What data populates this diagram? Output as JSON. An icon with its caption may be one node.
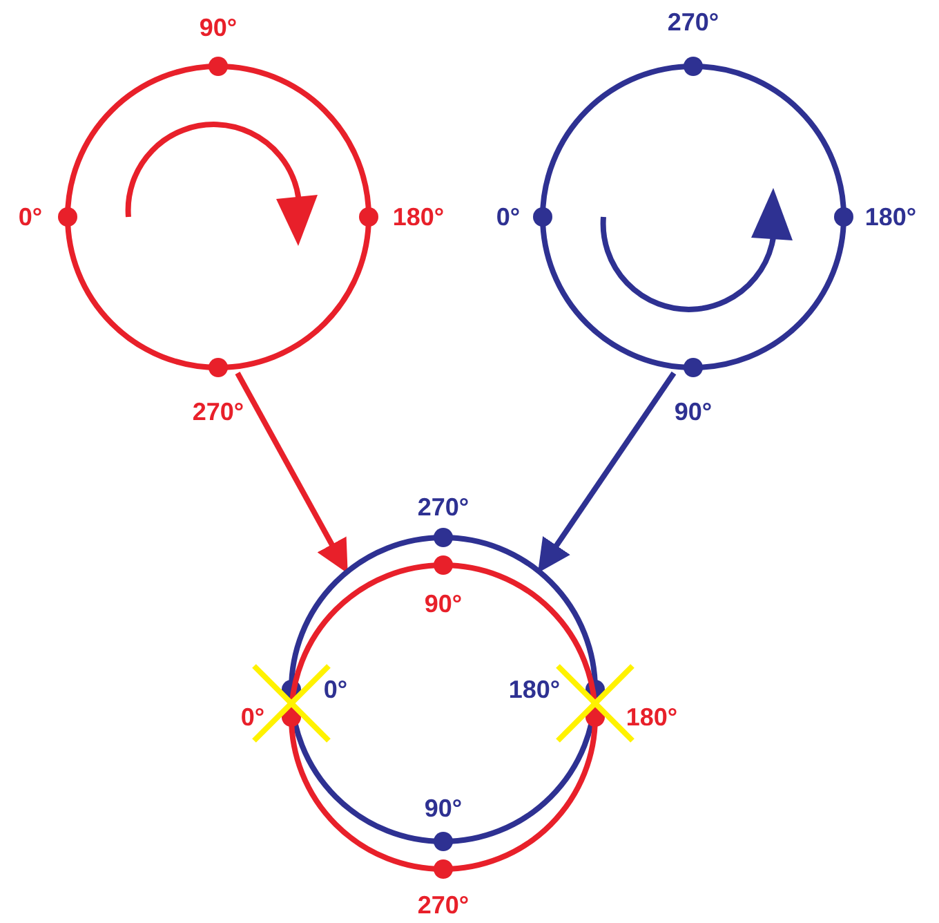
{
  "diagram": {
    "nodes": [
      {
        "text": [],
        "shape": "circle"
      },
      {
        "text": [],
        "shape": "circle"
      },
      {
        "text": [],
        "shape": "circle"
      }
    ],
    "edges": [
      {
        "from": 0,
        "to": 2,
        "arrow": "to",
        "color": "#e8202a"
      },
      {
        "from": 1,
        "to": 2,
        "arrow": "to",
        "color": "#2e3192"
      }
    ],
    "labels": [
      "90°",
      "0°",
      "180°",
      "270°",
      "270°",
      "0°",
      "180°",
      "90°",
      "270°",
      "90°",
      "0°",
      "0°",
      "180°",
      "180°",
      "90°",
      "270°"
    ]
  }
}
